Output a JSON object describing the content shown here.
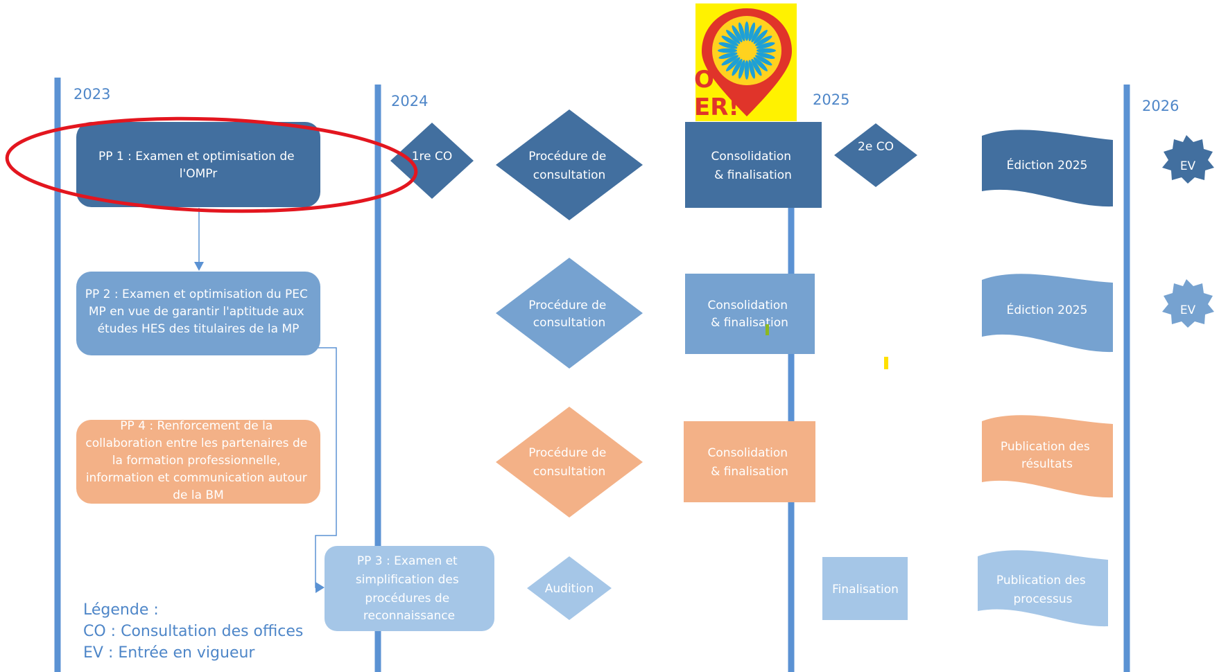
{
  "colors": {
    "dark_blue": "#426f9f",
    "mid_blue": "#76a2d0",
    "light_blue": "#a5c6e7",
    "orange": "#f3b187",
    "axis": "#5b92d3",
    "highlight": "#e3161f",
    "marker_bg": "#fff200",
    "marker_pin": "#e0342a",
    "marker_wheel": "#1ea0d6"
  },
  "years": [
    "2023",
    "2024",
    "2025",
    "2026"
  ],
  "rows": [
    {
      "project": "PP 1 : Examen et optimisation de l'OMPr",
      "first_co": "1re CO",
      "consultation": "Procédure de consultation",
      "consolidation": "Consolidation & finalisation",
      "second_co": "2e CO",
      "edition": "Édiction 2025",
      "ev": "EV"
    },
    {
      "project": "PP 2 :  Examen et optimisation du PEC MP en vue de garantir l'aptitude aux études HES des titulaires de la MP",
      "consultation": "Procédure de consultation",
      "consolidation": "Consolidation & finalisation",
      "edition": "Édiction 2025",
      "ev": "EV"
    },
    {
      "project": "PP 4 : Renforcement de la collaboration entre les partenaires de la formation professionnelle, information et communication autour de la BM",
      "consultation": "Procédure de consultation",
      "consolidation": "Consolidation & finalisation",
      "result": "Publication des résultats"
    },
    {
      "project": "PP 3 : Examen et simplification des procédures de reconnaissance",
      "audition": "Audition",
      "finalisation": "Finalisation",
      "result": "Publication des processus"
    }
  ],
  "legend": {
    "title": "Légende :",
    "co": "CO : Consultation des offices",
    "ev": "EV : Entrée en vigueur"
  },
  "marker": {
    "partial_text_1": "O",
    "partial_text_2": "ER!"
  }
}
